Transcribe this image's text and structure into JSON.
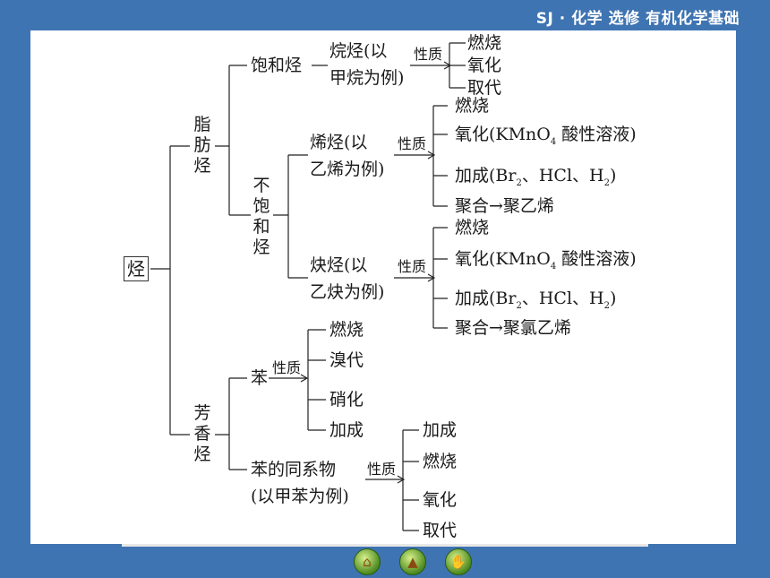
{
  "header": {
    "title": "SJ · 化学  选修  有机化学基础"
  },
  "root": "烃",
  "aliphatic": {
    "label": [
      "脂",
      "肪",
      "烃"
    ],
    "saturated": {
      "label": "饱和烃",
      "example": [
        "烷烃(以",
        "甲烷为例)"
      ],
      "property": "性质",
      "items": [
        "燃烧",
        "氧化",
        "取代"
      ]
    },
    "unsaturated": {
      "label": [
        "不",
        "饱",
        "和",
        "烃"
      ],
      "alkene": {
        "example": [
          "烯烃(以",
          "乙烯为例)"
        ],
        "property": "性质",
        "burn": "燃烧",
        "oxidation": "氧化(KMnO",
        "oxidation_sub": "4",
        "oxidation_tail": " 酸性溶液)",
        "addition_a": "加成(Br",
        "addition_sub1": "2",
        "addition_b": "、HCl、H",
        "addition_sub2": "2",
        "addition_c": ")",
        "polymer": "聚合→聚乙烯"
      },
      "alkyne": {
        "example": [
          "炔烃(以",
          "乙炔为例)"
        ],
        "property": "性质",
        "burn": "燃烧",
        "oxidation": "氧化(KMnO",
        "oxidation_sub": "4",
        "oxidation_tail": " 酸性溶液)",
        "addition_a": "加成(Br",
        "addition_sub1": "2",
        "addition_b": "、HCl、H",
        "addition_sub2": "2",
        "addition_c": ")",
        "polymer": "聚合→聚氯乙烯"
      }
    }
  },
  "aromatic": {
    "label": [
      "芳",
      "香",
      "烃"
    ],
    "benzene": {
      "label": "苯",
      "property": "性质",
      "items": [
        "燃烧",
        "溴代",
        "硝化",
        "加成"
      ]
    },
    "homolog": {
      "label": [
        "苯的同系物",
        "(以甲苯为例)"
      ],
      "property": "性质",
      "items": [
        "加成",
        "燃烧",
        "氧化",
        "取代"
      ]
    }
  },
  "nav": {
    "icons": [
      "home-icon",
      "house-icon",
      "hand-icon"
    ]
  }
}
